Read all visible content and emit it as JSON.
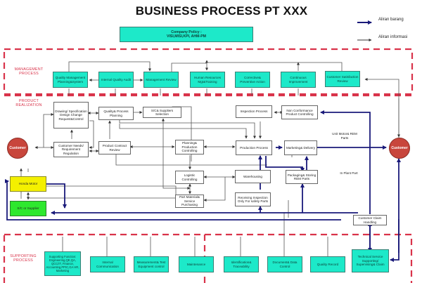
{
  "title": "BUSINESS PROCESS PT XXX",
  "company_policy": {
    "line1": "Company Policy :",
    "line2": "VISI,MISI,KPI, AHM-PM"
  },
  "legend": {
    "material_flow": {
      "label": "Aliran barang",
      "color": "#1a1a7a"
    },
    "information_flow": {
      "label": "Aliran informasi",
      "color": "#333333"
    }
  },
  "sections": {
    "management": "MANAGEMENT PROCESS",
    "product_realization": "PRODUCT REALIZATION",
    "supporting": "SUPPORTING PROCESS"
  },
  "management_boxes": [
    "Quality Management Planning&System",
    "Internal Quality Audit",
    "Management Review",
    "Human Resources Mgt&Training",
    "Corrective& Preventive Action",
    "Continuous Improvement",
    "Customer Satisfaction Review"
  ],
  "realization_boxes": {
    "drawing": "Drawing/ Specification Design Change Request&Control",
    "customer_needs": "Customer Needs/ Requirement Regulation",
    "quality_planning": "Quality& Process Planning",
    "product_contract": "Product Contract Review",
    "sc_suppliers": "S/C& Suppliers Selection",
    "planning_production": "Planning& Production Controlling",
    "logistic": "Logistic Controlling",
    "part_material": "Part Material& Service Purchasing",
    "inspection_process": "Inspection Process",
    "non_conformance": "Non Conformance Product Controlling",
    "production_process": "Production Process",
    "marketing": "Marketing& Delivery",
    "warehousing": "Warehousing",
    "receiving": "Receiving Inspection Only For safety Parts",
    "packaging": "Packaging& Storing REM Parts",
    "customer_claim": "Customer Claim Handling",
    "honda_motor": "Honda Motor",
    "sc_supplier": "S/C or Supplier"
  },
  "customer_label": "Customer",
  "notes": {
    "unit_motor": "Unit Motor& REM Parts",
    "in_plant": "In Plant Part"
  },
  "supporting_boxes": [
    "Supporting Function: Engineering,QE,QA, QCC/IT, Finance, Accounting,PPIC,GA HR, Marketing",
    "Internal Communication",
    "Measurement& Test Equipment control",
    "Maintenance",
    "Identification& Traceability",
    "Document& Data Control",
    "Quality Record",
    "Technical Service Supporting/ Supervising& Claim"
  ],
  "colors": {
    "section_border": "#d9334a",
    "teal_box": "#1de9c9",
    "customer_circle": "#c8463c",
    "material_line": "#1a1a7a",
    "info_line": "#555555"
  }
}
